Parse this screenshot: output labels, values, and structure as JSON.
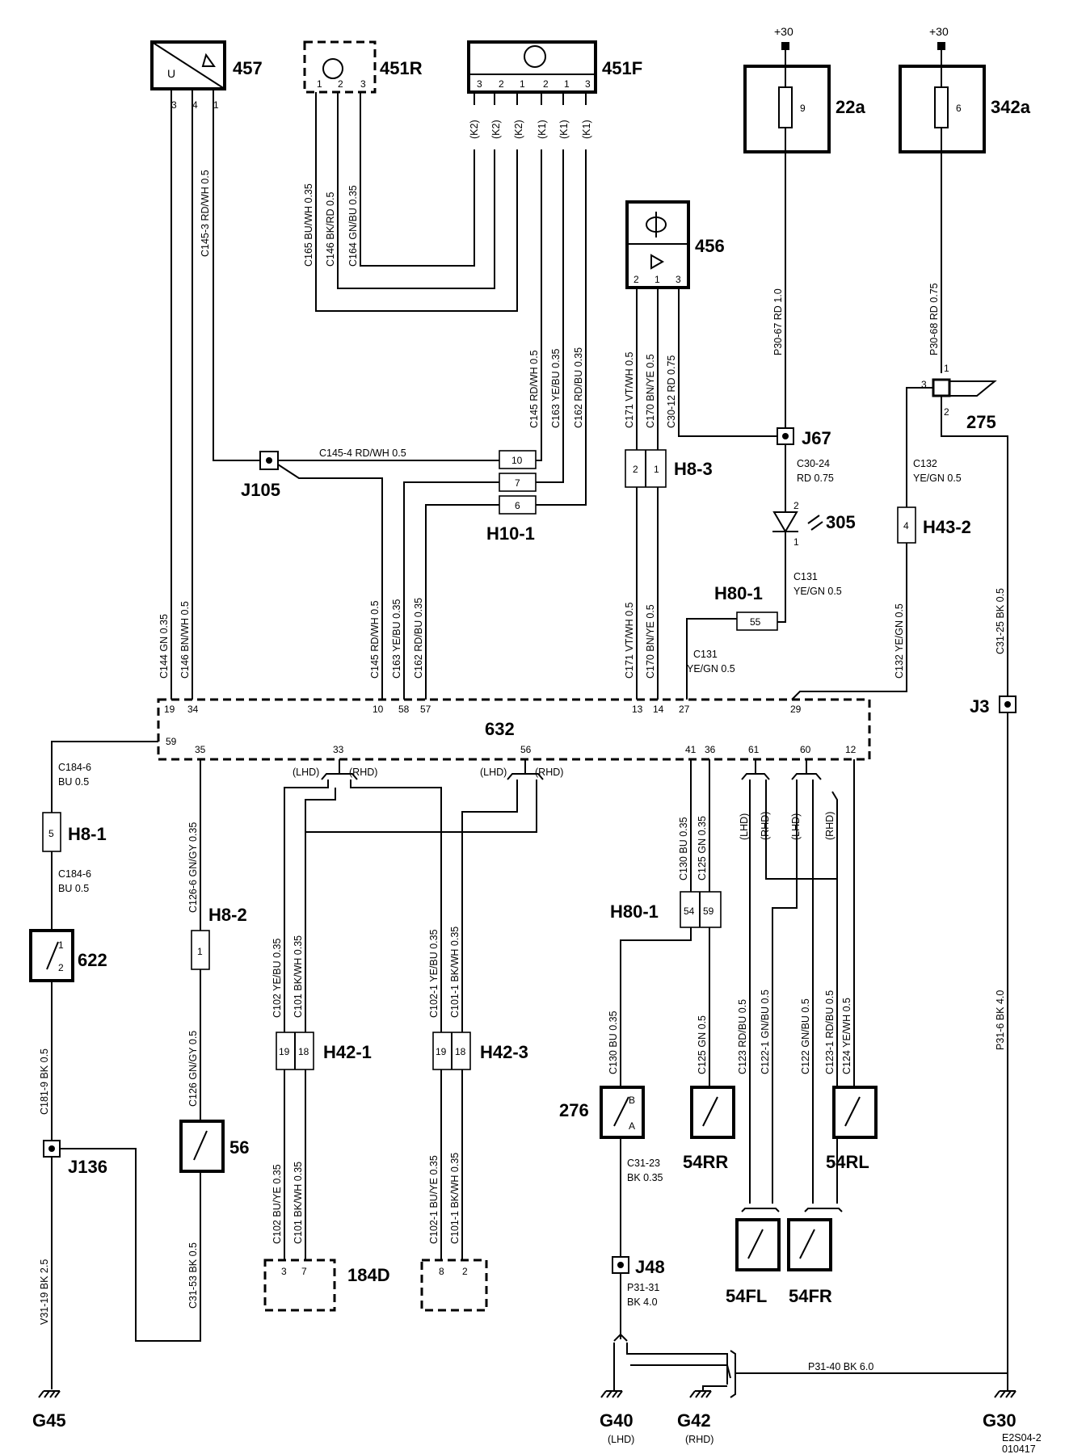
{
  "components": {
    "c457": "457",
    "c451R": "451R",
    "c451F": "451F",
    "c22a": "22a",
    "c342a": "342a",
    "c456": "456",
    "c275": "275",
    "c305": "305",
    "c632": "632",
    "c622": "622",
    "c56": "56",
    "c184D": "184D",
    "c276": "276",
    "c54RR": "54RR",
    "c54RL": "54RL",
    "c54FL": "54FL",
    "c54FR": "54FR"
  },
  "connectors": {
    "H10_1": "H10-1",
    "H8_3": "H8-3",
    "H80_1a": "H80-1",
    "H80_1b": "H80-1",
    "H43_2": "H43-2",
    "H8_1": "H8-1",
    "H8_2": "H8-2",
    "H42_1": "H42-1",
    "H42_3": "H42-3"
  },
  "junctions": {
    "J105": "J105",
    "J67": "J67",
    "J3": "J3",
    "J136": "J136",
    "J48": "J48"
  },
  "grounds": {
    "G45": "G45",
    "G40": "G40",
    "G42": "G42",
    "G30": "G30",
    "G40_note": "(LHD)",
    "G42_note": "(RHD)"
  },
  "power": {
    "plus30_a": "+30",
    "plus30_b": "+30",
    "fuse_22a": "9",
    "fuse_342a": "6"
  },
  "symbols": {
    "u": "U"
  },
  "pins": {
    "p457": [
      "3",
      "4",
      "1"
    ],
    "p451R": [
      "1",
      "2",
      "3"
    ],
    "p451F": [
      "3",
      "2",
      "1",
      "2",
      "1",
      "3"
    ],
    "p456": [
      "2",
      "1",
      "3"
    ],
    "p275": [
      "3",
      "1",
      "2"
    ],
    "p305": [
      "2",
      "1"
    ],
    "H10_1": [
      "10",
      "7",
      "6"
    ],
    "H8_3": [
      "2",
      "1"
    ],
    "H80_1a": [
      "55"
    ],
    "H43_2": [
      "4"
    ],
    "H8_1": [
      "5"
    ],
    "H8_2": [
      "1"
    ],
    "H80_1b": [
      "54",
      "59"
    ],
    "H42_1": [
      "19",
      "18"
    ],
    "H42_3": [
      "19",
      "18"
    ],
    "p622": [
      "1",
      "2"
    ],
    "p276": [
      "B",
      "A"
    ],
    "p184D_a": [
      "3",
      "7"
    ],
    "p184D_b": [
      "8",
      "2"
    ],
    "p632_top": [
      "19",
      "34",
      "10",
      "58",
      "57",
      "13",
      "14",
      "27",
      "29"
    ],
    "p632_bottom": [
      "59",
      "35",
      "33",
      "56",
      "41",
      "36",
      "61",
      "60",
      "12"
    ]
  },
  "relays": {
    "k2a": "(K2)",
    "k2b": "(K2)",
    "k2c": "(K2)",
    "k1a": "(K1)",
    "k1b": "(K1)",
    "k1c": "(K1)"
  },
  "variants": {
    "lhd_33": "(LHD)",
    "rhd_33": "(RHD)",
    "lhd_56": "(LHD)",
    "rhd_56": "(RHD)",
    "lhd_61": "(LHD)",
    "rhd_61": "(RHD)",
    "lhd_60": "(LHD)",
    "rhd_60": "(RHD)"
  },
  "wires": {
    "C145_3": "C145-3  RD/WH  0.5",
    "C165": "C165  BU/WH  0.35",
    "C146_top": "C146  BK/RD  0.5",
    "C164": "C164  GN/BU  0.35",
    "C145_rd": "C145  RD/WH  0.5",
    "C163": "C163  YE/BU  0.35",
    "C162": "C162  RD/BU  0.35",
    "C145_4": "C145-4  RD/WH  0.5",
    "C171": "C171  VT/WH  0.5",
    "C170": "C170  BN/YE  0.5",
    "C30_12": "C30-12  RD  0.75",
    "P30_67": "P30-67  RD  1.0",
    "P30_68": "P30-68  RD  0.75",
    "C30_24a": "C30-24",
    "C30_24b": "RD 0.75",
    "C132_a1": "C132",
    "C132_a2": "YE/GN 0.5",
    "C131_a1": "C131",
    "C131_a2": "YE/GN 0.5",
    "C131_b1": "C131",
    "C131_b2": "YE/GN 0.5",
    "C144": "C144  GN  0.35",
    "C146_low": "C146  BN/WH  0.5",
    "C145_low": "C145  RD/WH  0.5",
    "C163_low": "C163  YE/BU  0.35",
    "C162_low": "C162  RD/BU  0.35",
    "C171_low": "C171  VT/WH  0.5",
    "C170_low": "C170  BN/YE  0.5",
    "C132_low": "C132  YE/GN  0.5",
    "C31_25": "C31-25  BK  0.5",
    "C184_6a1": "C184-6",
    "C184_6a2": "BU 0.5",
    "C184_6b1": "C184-6",
    "C184_6b2": "BU 0.5",
    "C126_6": "C126-6  GN/GY  0.35",
    "C102_up": "C102  YE/BU  0.35",
    "C101_up": "C101  BK/WH  0.35",
    "C102_1_up": "C102-1  YE/BU  0.35",
    "C101_1_up": "C101-1  BK/WH  0.35",
    "C130_up": "C130  BU  0.35",
    "C125_up": "C125  GN  0.35",
    "C181_9": "C181-9  BK  0.5",
    "C126": "C126  GN/GY  0.5",
    "C102_dn": "C102  BU/YE  0.35",
    "C101_dn": "C101  BK/WH  0.35",
    "C102_1_dn": "C102-1  BU/YE  0.35",
    "C101_1_dn": "C101-1  BK/WH  0.35",
    "C130_dn": "C130  BU  0.35",
    "C125_dn": "C125  GN  0.5",
    "C123": "C123  RD/BU  0.5",
    "C122_1": "C122-1  GN/BU  0.5",
    "C122": "C122  GN/BU  0.5",
    "C123_1": "C123-1  RD/BU  0.5",
    "C124": "C124  YE/WH  0.5",
    "P31_6": "P31-6  BK  4.0",
    "C31_23a": "C31-23",
    "C31_23b": "BK 0.35",
    "P31_31a": "P31-31",
    "P31_31b": "BK 4.0",
    "V31_19": "V31-19  BK  2.5",
    "C31_53": "C31-53  BK  0.5",
    "P31_40": "P31-40  BK  6.0"
  },
  "footer": {
    "code": "E2S04-2",
    "date": "010417"
  }
}
